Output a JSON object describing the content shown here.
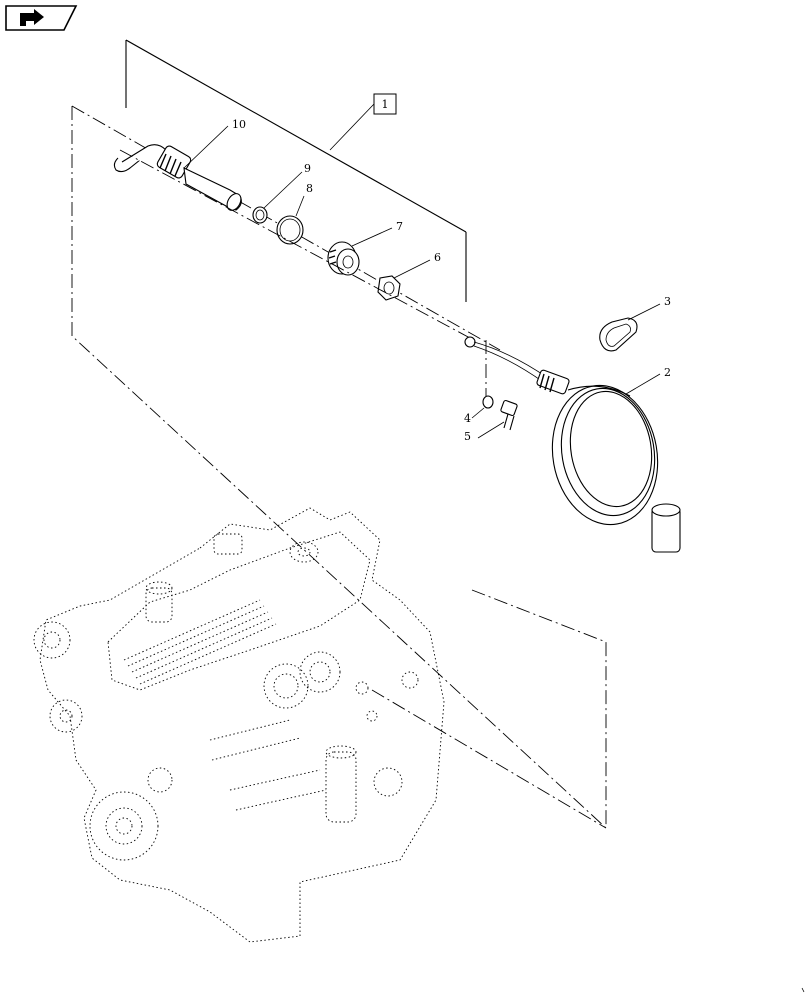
{
  "toolbar": {
    "nav_icon": "next-page-arrow-icon"
  },
  "callouts": {
    "assembly": "1",
    "p2": "2",
    "p3": "3",
    "p4": "4",
    "p5": "5",
    "p6": "6",
    "p7": "7",
    "p8": "8",
    "p9": "9",
    "p10": "10"
  },
  "colors": {
    "line": "#000000",
    "background": "#ffffff"
  }
}
